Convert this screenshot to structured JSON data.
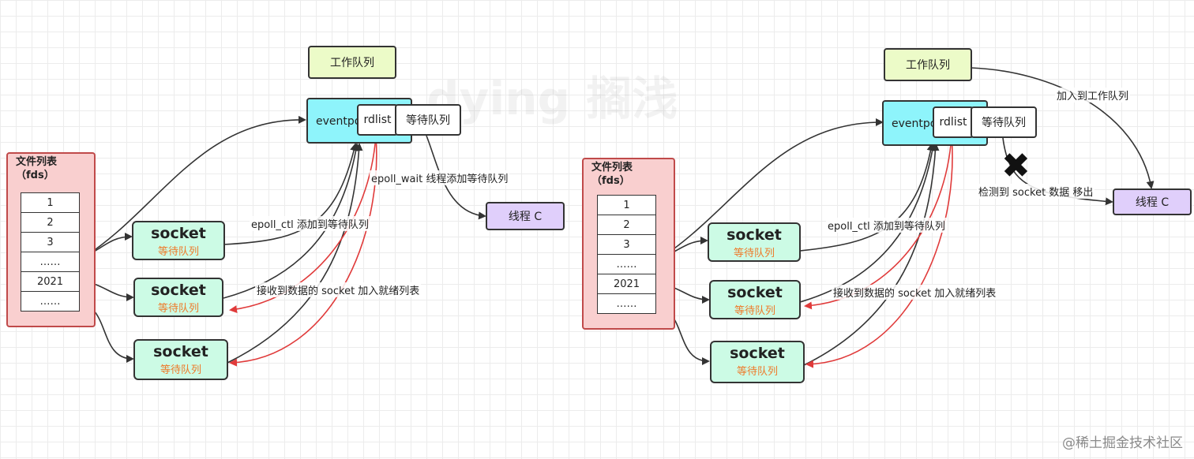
{
  "watermark": "dying 搁浅",
  "footer": "@稀土掘金技术社区",
  "left": {
    "work_queue": "工作队列",
    "eventpoll": "eventpoll",
    "rdlist": "rdlist",
    "wait_queue": "等待队列",
    "thread": "线程 C",
    "file_list": {
      "title_line1": "文件列表",
      "title_line2": "（fds）",
      "items": [
        "1",
        "2",
        "3",
        "……",
        "2021",
        "……"
      ]
    },
    "sockets": [
      {
        "title": "socket",
        "sub": "等待队列"
      },
      {
        "title": "socket",
        "sub": "等待队列"
      },
      {
        "title": "socket",
        "sub": "等待队列"
      }
    ],
    "labels": {
      "epoll_wait": "epoll_wait 线程添加等待队列",
      "epoll_ctl": "epoll_ctl 添加到等待队列",
      "receive": "接收到数据的 socket 加入就绪列表"
    }
  },
  "right": {
    "work_queue": "工作队列",
    "eventpoll": "eventpoll",
    "rdlist": "rdlist",
    "wait_queue": "等待队列",
    "thread": "线程 C",
    "x_mark": "✖",
    "file_list": {
      "title_line1": "文件列表",
      "title_line2": "（fds）",
      "items": [
        "1",
        "2",
        "3",
        "……",
        "2021",
        "……"
      ]
    },
    "sockets": [
      {
        "title": "socket",
        "sub": "等待队列"
      },
      {
        "title": "socket",
        "sub": "等待队列"
      },
      {
        "title": "socket",
        "sub": "等待队列"
      }
    ],
    "labels": {
      "join_work": "加入到工作队列",
      "detect_remove": "检测到 socket 数据 移出",
      "epoll_ctl": "epoll_ctl 添加到等待队列",
      "receive": "接收到数据的 socket 加入就绪列表"
    }
  },
  "colors": {
    "arrow": "#333333",
    "ready_arrow": "#e03a3a",
    "socket_sub": "#ee7a2a"
  }
}
